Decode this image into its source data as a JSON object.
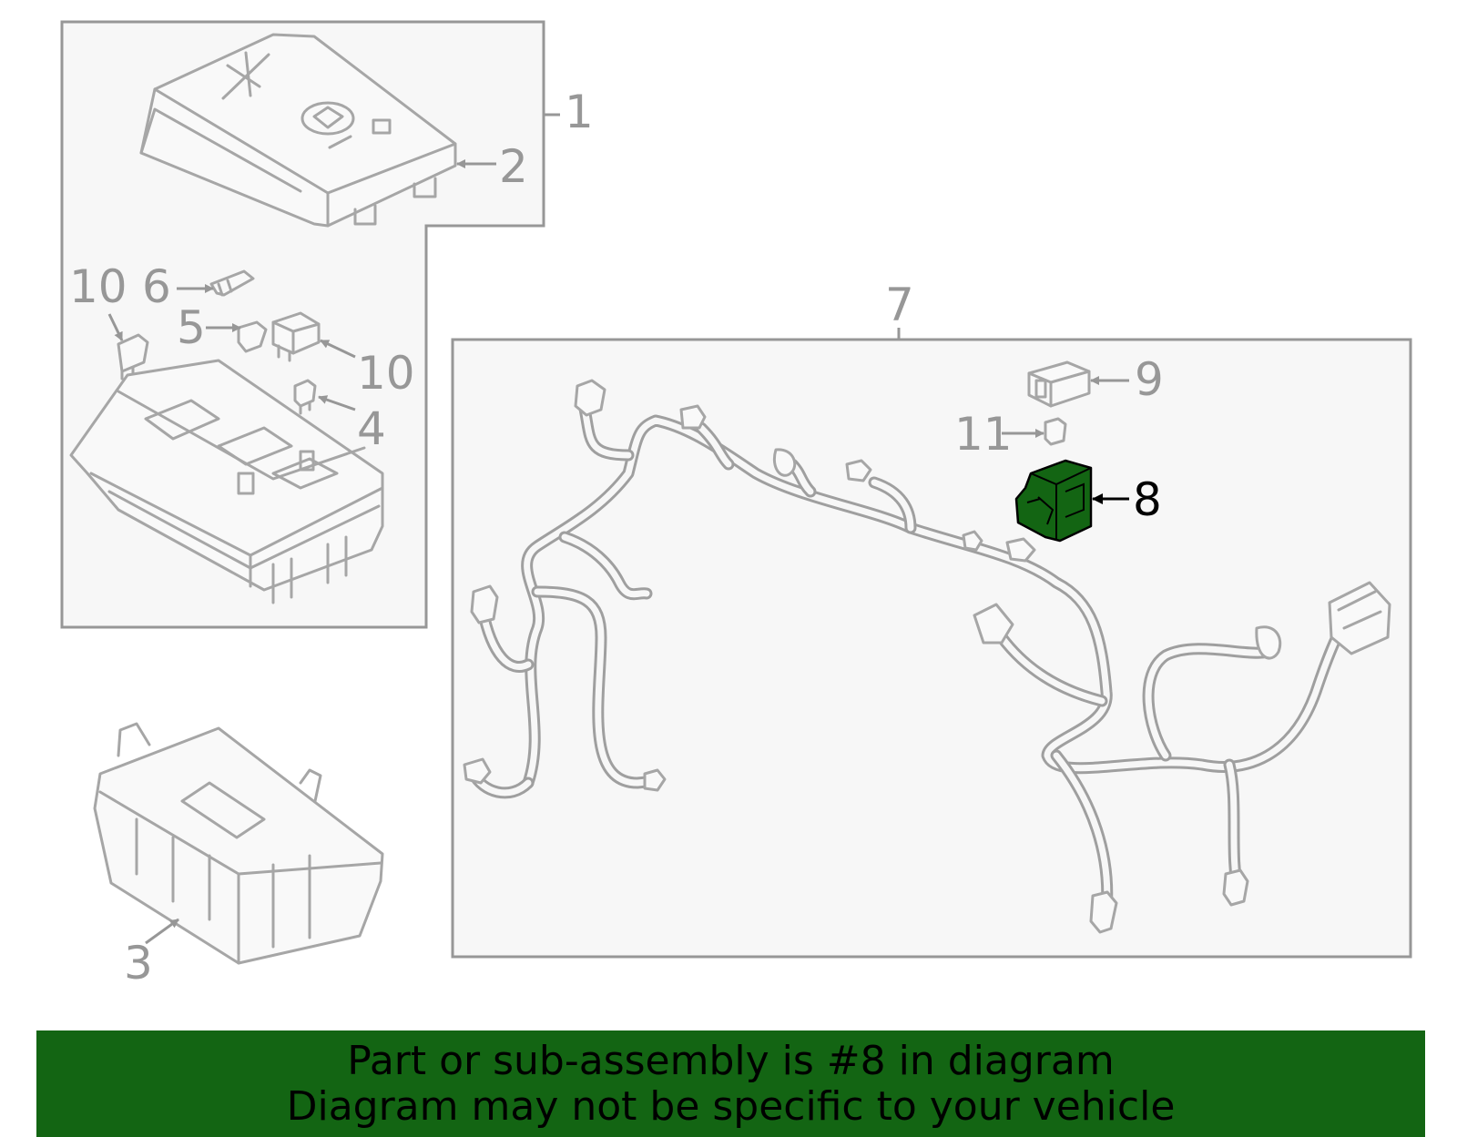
{
  "callouts": {
    "c1": "1",
    "c2": "2",
    "c3": "3",
    "c4": "4",
    "c5": "5",
    "c6": "6",
    "c7": "7",
    "c8": "8",
    "c9": "9",
    "c10a": "10",
    "c10b": "10",
    "c11": "11"
  },
  "highlight_part": "8",
  "colors": {
    "highlight": "#136513",
    "line": "#979797",
    "panel": "#f7f7f7",
    "banner": "#136513"
  },
  "banner": {
    "line1": "Part or sub-assembly is #8 in diagram",
    "line2": "Diagram may not be specific to your vehicle"
  }
}
